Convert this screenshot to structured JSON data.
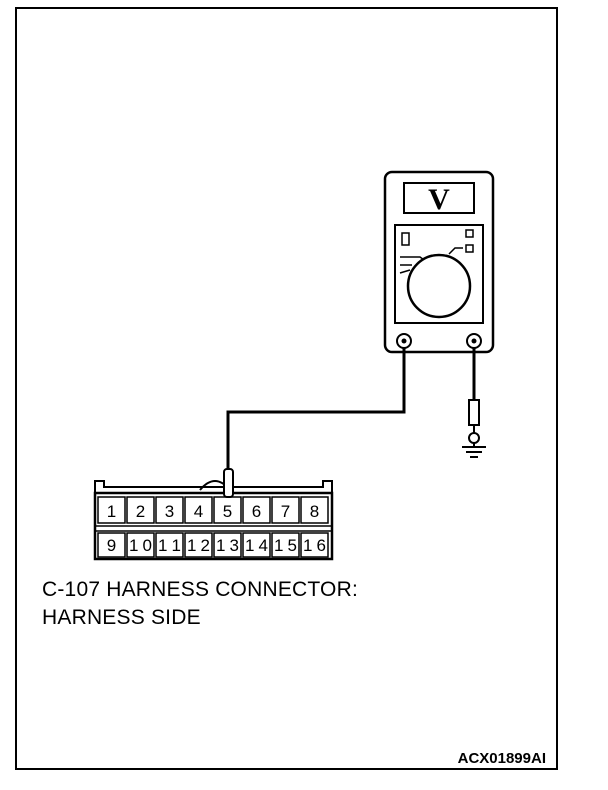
{
  "meter": {
    "display": "V"
  },
  "connector": {
    "top_row": [
      "1",
      "2",
      "3",
      "4",
      "5",
      "6",
      "7",
      "8"
    ],
    "bottom_row": [
      "9",
      "10",
      "11",
      "12",
      "13",
      "14",
      "15",
      "16"
    ]
  },
  "caption": {
    "line1": "C-107 HARNESS CONNECTOR:",
    "line2": "HARNESS SIDE"
  },
  "figure_code": "ACX01899AI"
}
